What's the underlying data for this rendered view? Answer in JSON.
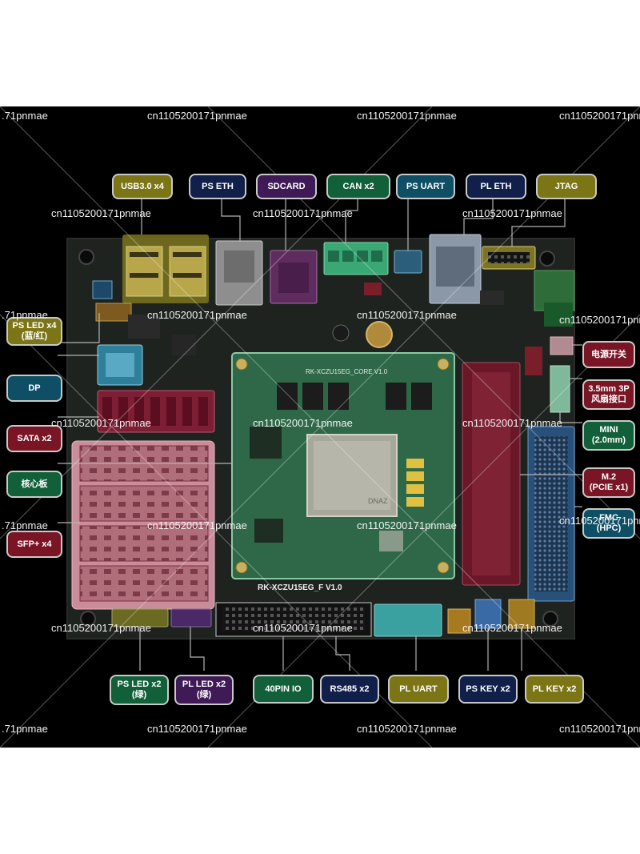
{
  "board_silkscreen": {
    "core_label": "RK-XCZU15EG_CORE V1.0",
    "board_label": "RK-XCZU15EG_F V1.0",
    "chip_mark": "DNAZ"
  },
  "labels_top": [
    {
      "text": "USB3.0 x4",
      "color": "#7c7515"
    },
    {
      "text": "PS ETH",
      "color": "#10204a"
    },
    {
      "text": "SDCARD",
      "color": "#3f1a56"
    },
    {
      "text": "CAN x2",
      "color": "#11603a"
    },
    {
      "text": "PS UART",
      "color": "#0f4f66"
    },
    {
      "text": "PL ETH",
      "color": "#10204a"
    },
    {
      "text": "JTAG",
      "color": "#7c7515"
    }
  ],
  "labels_left": [
    {
      "lines": [
        "PS LED x4",
        "(蓝/红)"
      ],
      "color": "#7c7515"
    },
    {
      "lines": [
        "DP"
      ],
      "color": "#0f4f66"
    },
    {
      "lines": [
        "SATA x2"
      ],
      "color": "#7a1525"
    },
    {
      "lines": [
        "核心板"
      ],
      "color": "#11603a"
    },
    {
      "lines": [
        "SFP+ x4"
      ],
      "color": "#7a1525"
    }
  ],
  "labels_right": [
    {
      "lines": [
        "电源开关"
      ],
      "color": "#7a1525"
    },
    {
      "lines": [
        "3.5mm 3P",
        "风扇接口"
      ],
      "color": "#7a1525"
    },
    {
      "lines": [
        "MINI",
        "(2.0mm)"
      ],
      "color": "#11603a"
    },
    {
      "lines": [
        "M.2",
        "(PCIE x1)"
      ],
      "color": "#7a1525"
    },
    {
      "lines": [
        "FMC",
        "(HPC)"
      ],
      "color": "#0f4f66"
    }
  ],
  "labels_bottom": [
    {
      "lines": [
        "PS LED x2",
        "(绿)"
      ],
      "color": "#11603a"
    },
    {
      "lines": [
        "PL LED x2",
        "(绿)"
      ],
      "color": "#3f1a56"
    },
    {
      "lines": [
        "40PIN IO"
      ],
      "color": "#11603a"
    },
    {
      "lines": [
        "RS485 x2"
      ],
      "color": "#10204a"
    },
    {
      "lines": [
        "PL UART"
      ],
      "color": "#7c7515"
    },
    {
      "lines": [
        "PS KEY x2"
      ],
      "color": "#10204a"
    },
    {
      "lines": [
        "PL KEY x2"
      ],
      "color": "#7c7515"
    }
  ],
  "watermark": "cn1105200171pnmae",
  "watermark_edge": ".71pnmae"
}
